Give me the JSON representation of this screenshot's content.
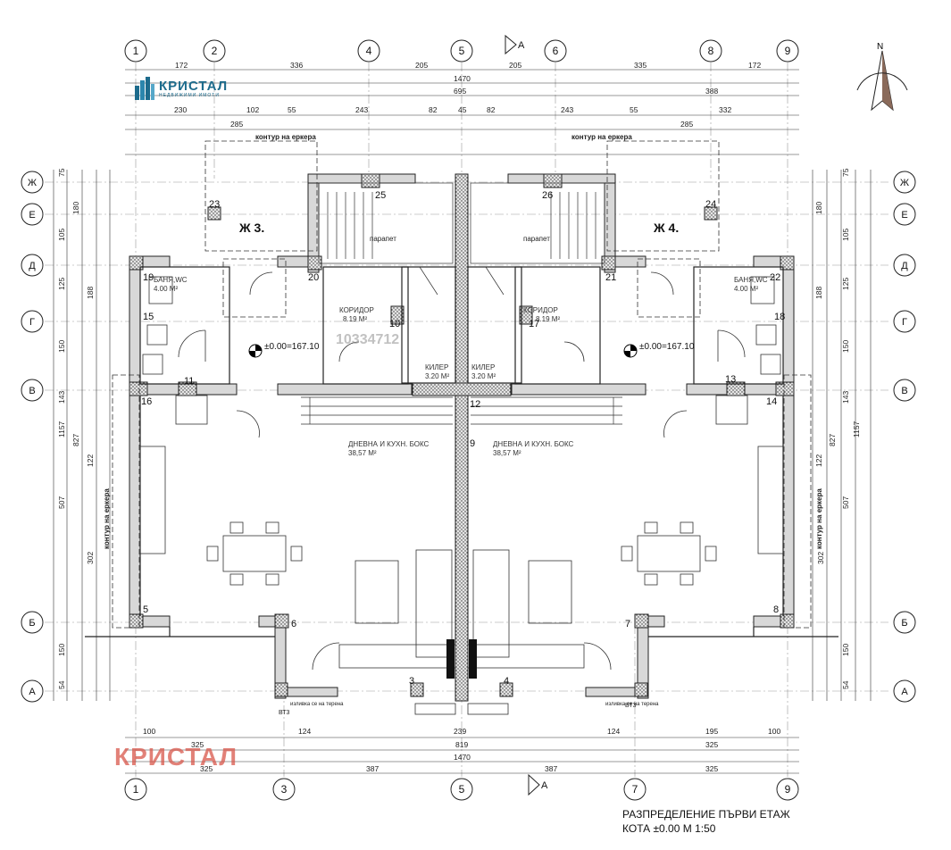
{
  "logos": {
    "top_name": "КРИСТАЛ",
    "top_sub": "НЕДВИЖИМИ ИМОТИ",
    "bottom_name": "КРИСТАЛ",
    "brand_color": "#1d6b8c",
    "bottom_color": "#d9574b"
  },
  "caption": {
    "line1": "РАЗПРЕДЕЛЕНИЕ ПЪРВИ ЕТАЖ",
    "line2": "КОТА ±0.00 М 1:50"
  },
  "watermark_id": "10334712",
  "axes": {
    "columns_top": [
      "1",
      "2",
      "4",
      "5",
      "6",
      "8",
      "9"
    ],
    "columns_bottom": [
      "1",
      "3",
      "5",
      "7",
      "9"
    ],
    "rows_left": [
      "Ж",
      "Е",
      "Д",
      "Г",
      "В",
      "Б",
      "А"
    ],
    "rows_right": [
      "Ж",
      "Е",
      "Д",
      "Г",
      "В",
      "Б",
      "А"
    ],
    "section_mark": "А"
  },
  "dims_top": {
    "row1": [
      "172",
      "336",
      "205",
      "205",
      "335",
      "172"
    ],
    "row2": "1470",
    "row3": "695",
    "row3b": "388",
    "row4": [
      "230",
      "102",
      "55",
      "243",
      "82",
      "45",
      "82",
      "243",
      "55",
      "332"
    ],
    "row5": [
      "285",
      "285"
    ]
  },
  "dims_bottom": {
    "row1": [
      "100",
      "124",
      "239",
      "124",
      "195",
      "100"
    ],
    "row2": [
      "325",
      "819",
      "325"
    ],
    "row3": "1470",
    "row4": [
      "325",
      "387",
      "387",
      "325"
    ]
  },
  "dims_left": [
    "75",
    "180",
    "105",
    "125",
    "188",
    "150",
    "143",
    "827",
    "1157",
    "122",
    "507",
    "302",
    "150",
    "54"
  ],
  "dims_right": [
    "75",
    "180",
    "105",
    "125",
    "188",
    "150",
    "143",
    "827",
    "1157",
    "122",
    "507",
    "302",
    "150",
    "54"
  ],
  "units": {
    "zh3": "Ж 3.",
    "zh4": "Ж 4.",
    "level_left": "±0.00=167.10",
    "level_right": "±0.00=167.10"
  },
  "rooms": [
    {
      "name": "БАНЯ,WC",
      "area": "4.00 М²"
    },
    {
      "name": "БАНЯ,WC",
      "area": "4.00 М²"
    },
    {
      "name": "КИЛЕР",
      "area": "3.20 М²"
    },
    {
      "name": "КИЛЕР",
      "area": "3.20 М²"
    },
    {
      "name": "КОРИДОР",
      "area": "8.19 М²"
    },
    {
      "name": "КОРИДОР",
      "area": "8.19 М²"
    },
    {
      "name": "ДНЕВНА И КУХН. БОКС",
      "area": "38,57 М²"
    },
    {
      "name": "ДНЕВНА И КУХН. БОКС",
      "area": "38,57 М²"
    }
  ],
  "notes": {
    "bay": "контур на еркера",
    "parapet": "парапет",
    "outlet": "изливка се на терена",
    "vt": "ВТ3"
  },
  "markers": [
    "23",
    "24",
    "25",
    "26",
    "19",
    "22",
    "20",
    "21",
    "15",
    "18",
    "16",
    "14",
    "11",
    "13",
    "12",
    "9",
    "5",
    "8",
    "6",
    "7",
    "3",
    "4",
    "10",
    "17"
  ],
  "colors": {
    "line": "#222222",
    "wall_fill": "#d8d8d8",
    "hatch": "#555555"
  }
}
